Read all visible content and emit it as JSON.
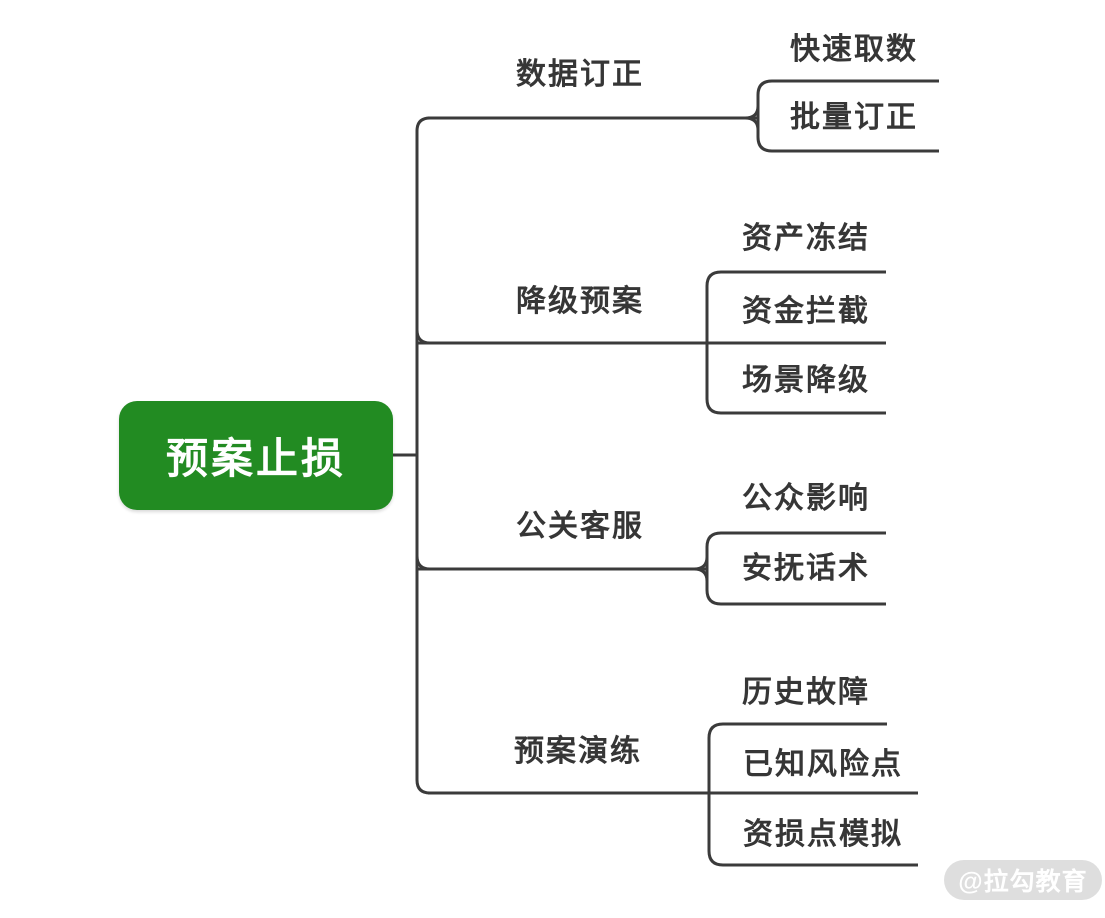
{
  "diagram_title": "预案止损",
  "root": {
    "label": "预案止损",
    "bg_color": "#228B22",
    "text_color": "#ffffff"
  },
  "branches": [
    {
      "label": "数据订正",
      "children": [
        "快速取数",
        "批量订正"
      ]
    },
    {
      "label": "降级预案",
      "children": [
        "资产冻结",
        "资金拦截",
        "场景降级"
      ]
    },
    {
      "label": "公关客服",
      "children": [
        "公众影响",
        "安抚话术"
      ]
    },
    {
      "label": "预案演练",
      "children": [
        "历史故障",
        "已知风险点",
        "资损点模拟"
      ]
    }
  ],
  "watermark": {
    "label": "@拉勾教育",
    "bg_color": "#dedede",
    "text_color": "#ffffff"
  },
  "colors": {
    "line": "#3b3b3b",
    "label_text": "#363636",
    "background": "#ffffff"
  }
}
